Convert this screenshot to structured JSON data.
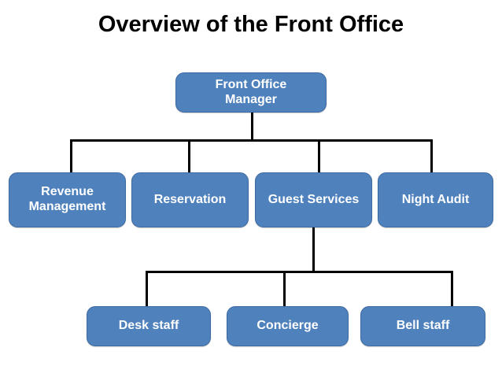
{
  "title": "Overview of the Front Office",
  "colors": {
    "node_fill": "#4f81bd",
    "node_border": "#3d6aa0",
    "node_text": "#ffffff",
    "connector": "#000000",
    "title_text": "#000000",
    "background": "#ffffff"
  },
  "chart_data": {
    "type": "diagram",
    "diagram_type": "organization-chart",
    "title": "Overview of the Front Office",
    "levels": 3,
    "nodes": [
      {
        "id": "front-office-manager",
        "label": "Front Office\nManager",
        "level": 1,
        "parent": null
      },
      {
        "id": "revenue-management",
        "label": "Revenue\nManagement",
        "level": 2,
        "parent": "front-office-manager"
      },
      {
        "id": "reservation",
        "label": "Reservation",
        "level": 2,
        "parent": "front-office-manager"
      },
      {
        "id": "guest-services",
        "label": "Guest Services",
        "level": 2,
        "parent": "front-office-manager"
      },
      {
        "id": "night-audit",
        "label": "Night Audit",
        "level": 2,
        "parent": "front-office-manager"
      },
      {
        "id": "desk-staff",
        "label": "Desk staff",
        "level": 3,
        "parent": "guest-services"
      },
      {
        "id": "concierge",
        "label": "Concierge",
        "level": 3,
        "parent": "guest-services"
      },
      {
        "id": "bell-staff",
        "label": "Bell staff",
        "level": 3,
        "parent": "guest-services"
      }
    ],
    "edges": [
      {
        "from": "front-office-manager",
        "to": "revenue-management"
      },
      {
        "from": "front-office-manager",
        "to": "reservation"
      },
      {
        "from": "front-office-manager",
        "to": "guest-services"
      },
      {
        "from": "front-office-manager",
        "to": "night-audit"
      },
      {
        "from": "guest-services",
        "to": "desk-staff"
      },
      {
        "from": "guest-services",
        "to": "concierge"
      },
      {
        "from": "guest-services",
        "to": "bell-staff"
      }
    ]
  }
}
